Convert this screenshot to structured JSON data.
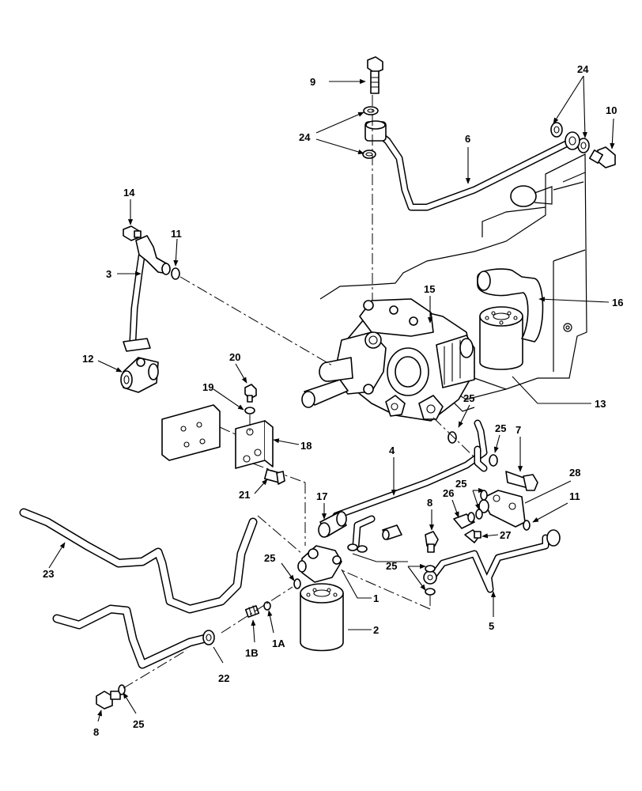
{
  "callouts": {
    "c1": "1",
    "c1a": "1A",
    "c1b": "1B",
    "c2": "2",
    "c3": "3",
    "c4": "4",
    "c5": "5",
    "c6": "6",
    "c7": "7",
    "c8a": "8",
    "c8b": "8",
    "c9": "9",
    "c10": "10",
    "c11a": "11",
    "c11b": "11",
    "c12": "12",
    "c13": "13",
    "c14": "14",
    "c15": "15",
    "c16": "16",
    "c17": "17",
    "c18": "18",
    "c19": "19",
    "c20": "20",
    "c21": "21",
    "c22": "22",
    "c23": "23",
    "c24a": "24",
    "c24b": "24",
    "c25a": "25",
    "c25b": "25",
    "c25c": "25",
    "c25d": "25",
    "c25e": "25",
    "c25f": "25",
    "c26": "26",
    "c27": "27",
    "c28": "28"
  }
}
